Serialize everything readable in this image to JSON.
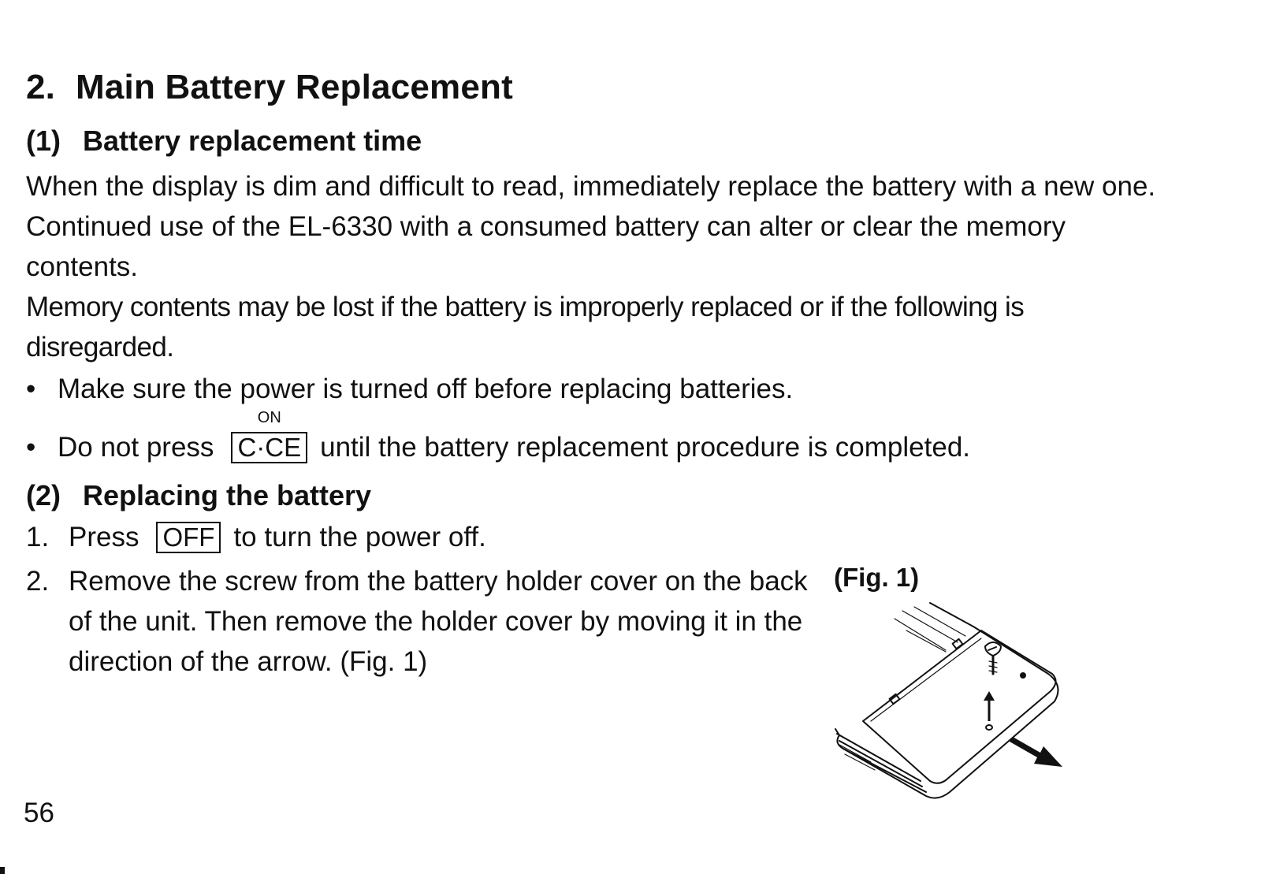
{
  "section": {
    "number": "2.",
    "title": "Main Battery Replacement"
  },
  "sub1": {
    "number": "(1)",
    "title": "Battery replacement time",
    "para1": "When the display is dim and difficult to read, immediately replace the battery with a new one. Continued use of the EL-6330 with a consumed battery can alter or clear the memory contents.",
    "para2": "Memory contents may be lost if the battery is improperly replaced or if the following is disregarded.",
    "bullet1": "Make sure the power is turned off before replacing batteries.",
    "bullet2_pre": "Do not press",
    "bullet2_key": "C·CE",
    "bullet2_key_top": "ON",
    "bullet2_post": "until the battery replacement procedure is completed.",
    "bullet_symbol": "•"
  },
  "sub2": {
    "number": "(2)",
    "title": "Replacing the battery",
    "step1_num": "1.",
    "step1_pre": "Press",
    "step1_key": "OFF",
    "step1_post": "to turn the power off.",
    "step2_num": "2.",
    "step2_text": "Remove the screw from the battery holder cover on the back of the unit. Then remove the holder cover by moving it in the direction of the arrow. (Fig. 1)"
  },
  "figure": {
    "label": "(Fig. 1)"
  },
  "page_number": "56"
}
